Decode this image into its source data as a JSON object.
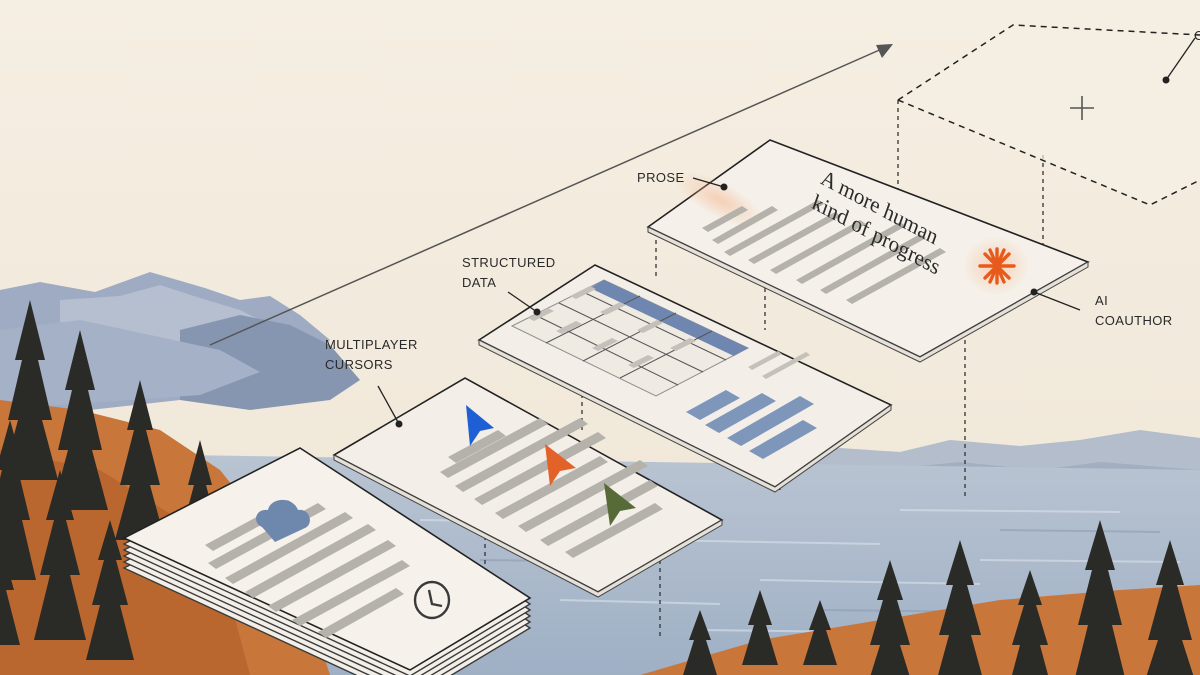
{
  "labels": {
    "prose": "PROSE",
    "structured": [
      "STRUCTURED",
      "DATA"
    ],
    "multiplayer": [
      "MULTIPLAYER",
      "CURSORS"
    ],
    "ai": [
      "AI",
      "COAUTHOR"
    ]
  },
  "headline": [
    "A more human",
    "kind of progress"
  ],
  "colors": {
    "background": "#f4ede1",
    "panel": "#f3efe8",
    "cursor_blue": "#1f5fd6",
    "cursor_orange": "#e2622a",
    "cursor_green": "#566b37",
    "accent_orange": "#e85a1b",
    "table_header": "#6e86b0",
    "bars": "#7f96bb"
  },
  "icons": [
    "cloud-icon",
    "clock-icon",
    "plus-icon",
    "asterisk-icon",
    "cursor-arrow-icon"
  ]
}
